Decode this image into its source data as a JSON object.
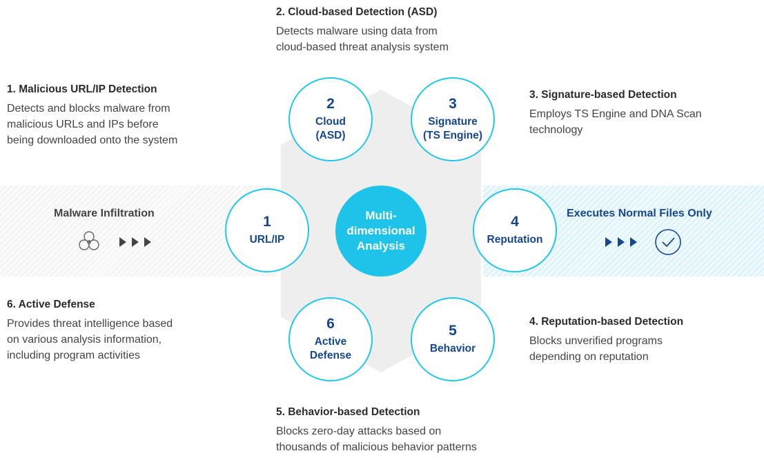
{
  "center": {
    "label": "Multi-\ndimensional\nAnalysis"
  },
  "nodes": [
    {
      "num": "1",
      "label": "URL/IP"
    },
    {
      "num": "2",
      "label": "Cloud\n(ASD)"
    },
    {
      "num": "3",
      "label": "Signature\n(TS Engine)"
    },
    {
      "num": "4",
      "label": "Reputation"
    },
    {
      "num": "5",
      "label": "Behavior"
    },
    {
      "num": "6",
      "label": "Active\nDefense"
    }
  ],
  "descriptions": [
    {
      "title": "1. Malicious URL/IP Detection",
      "body": "Detects and blocks malware from\nmalicious URLs and IPs before\nbeing downloaded onto the system"
    },
    {
      "title": "2. Cloud-based Detection (ASD)",
      "body": "Detects malware using data from\ncloud-based threat analysis system"
    },
    {
      "title": "3. Signature-based Detection",
      "body": "Employs TS Engine and DNA Scan\ntechnology"
    },
    {
      "title": "4. Reputation-based Detection",
      "body": "Blocks unverified programs\ndepending on reputation"
    },
    {
      "title": "5. Behavior-based Detection",
      "body": "Blocks zero-day attacks based on\nthousands of malicious behavior patterns"
    },
    {
      "title": "6. Active Defense",
      "body": "Provides threat intelligence based\non various analysis information,\nincluding program activities"
    }
  ],
  "flow": {
    "input_label": "Malware Infiltration",
    "output_label": "Executes Normal Files Only",
    "input_icon": "biohazard-icon",
    "output_icon": "check-circle-icon"
  },
  "colors": {
    "accent": "#1ec3e9",
    "node_text": "#15468f",
    "input_label": "#444444",
    "output_label": "#15468f"
  }
}
